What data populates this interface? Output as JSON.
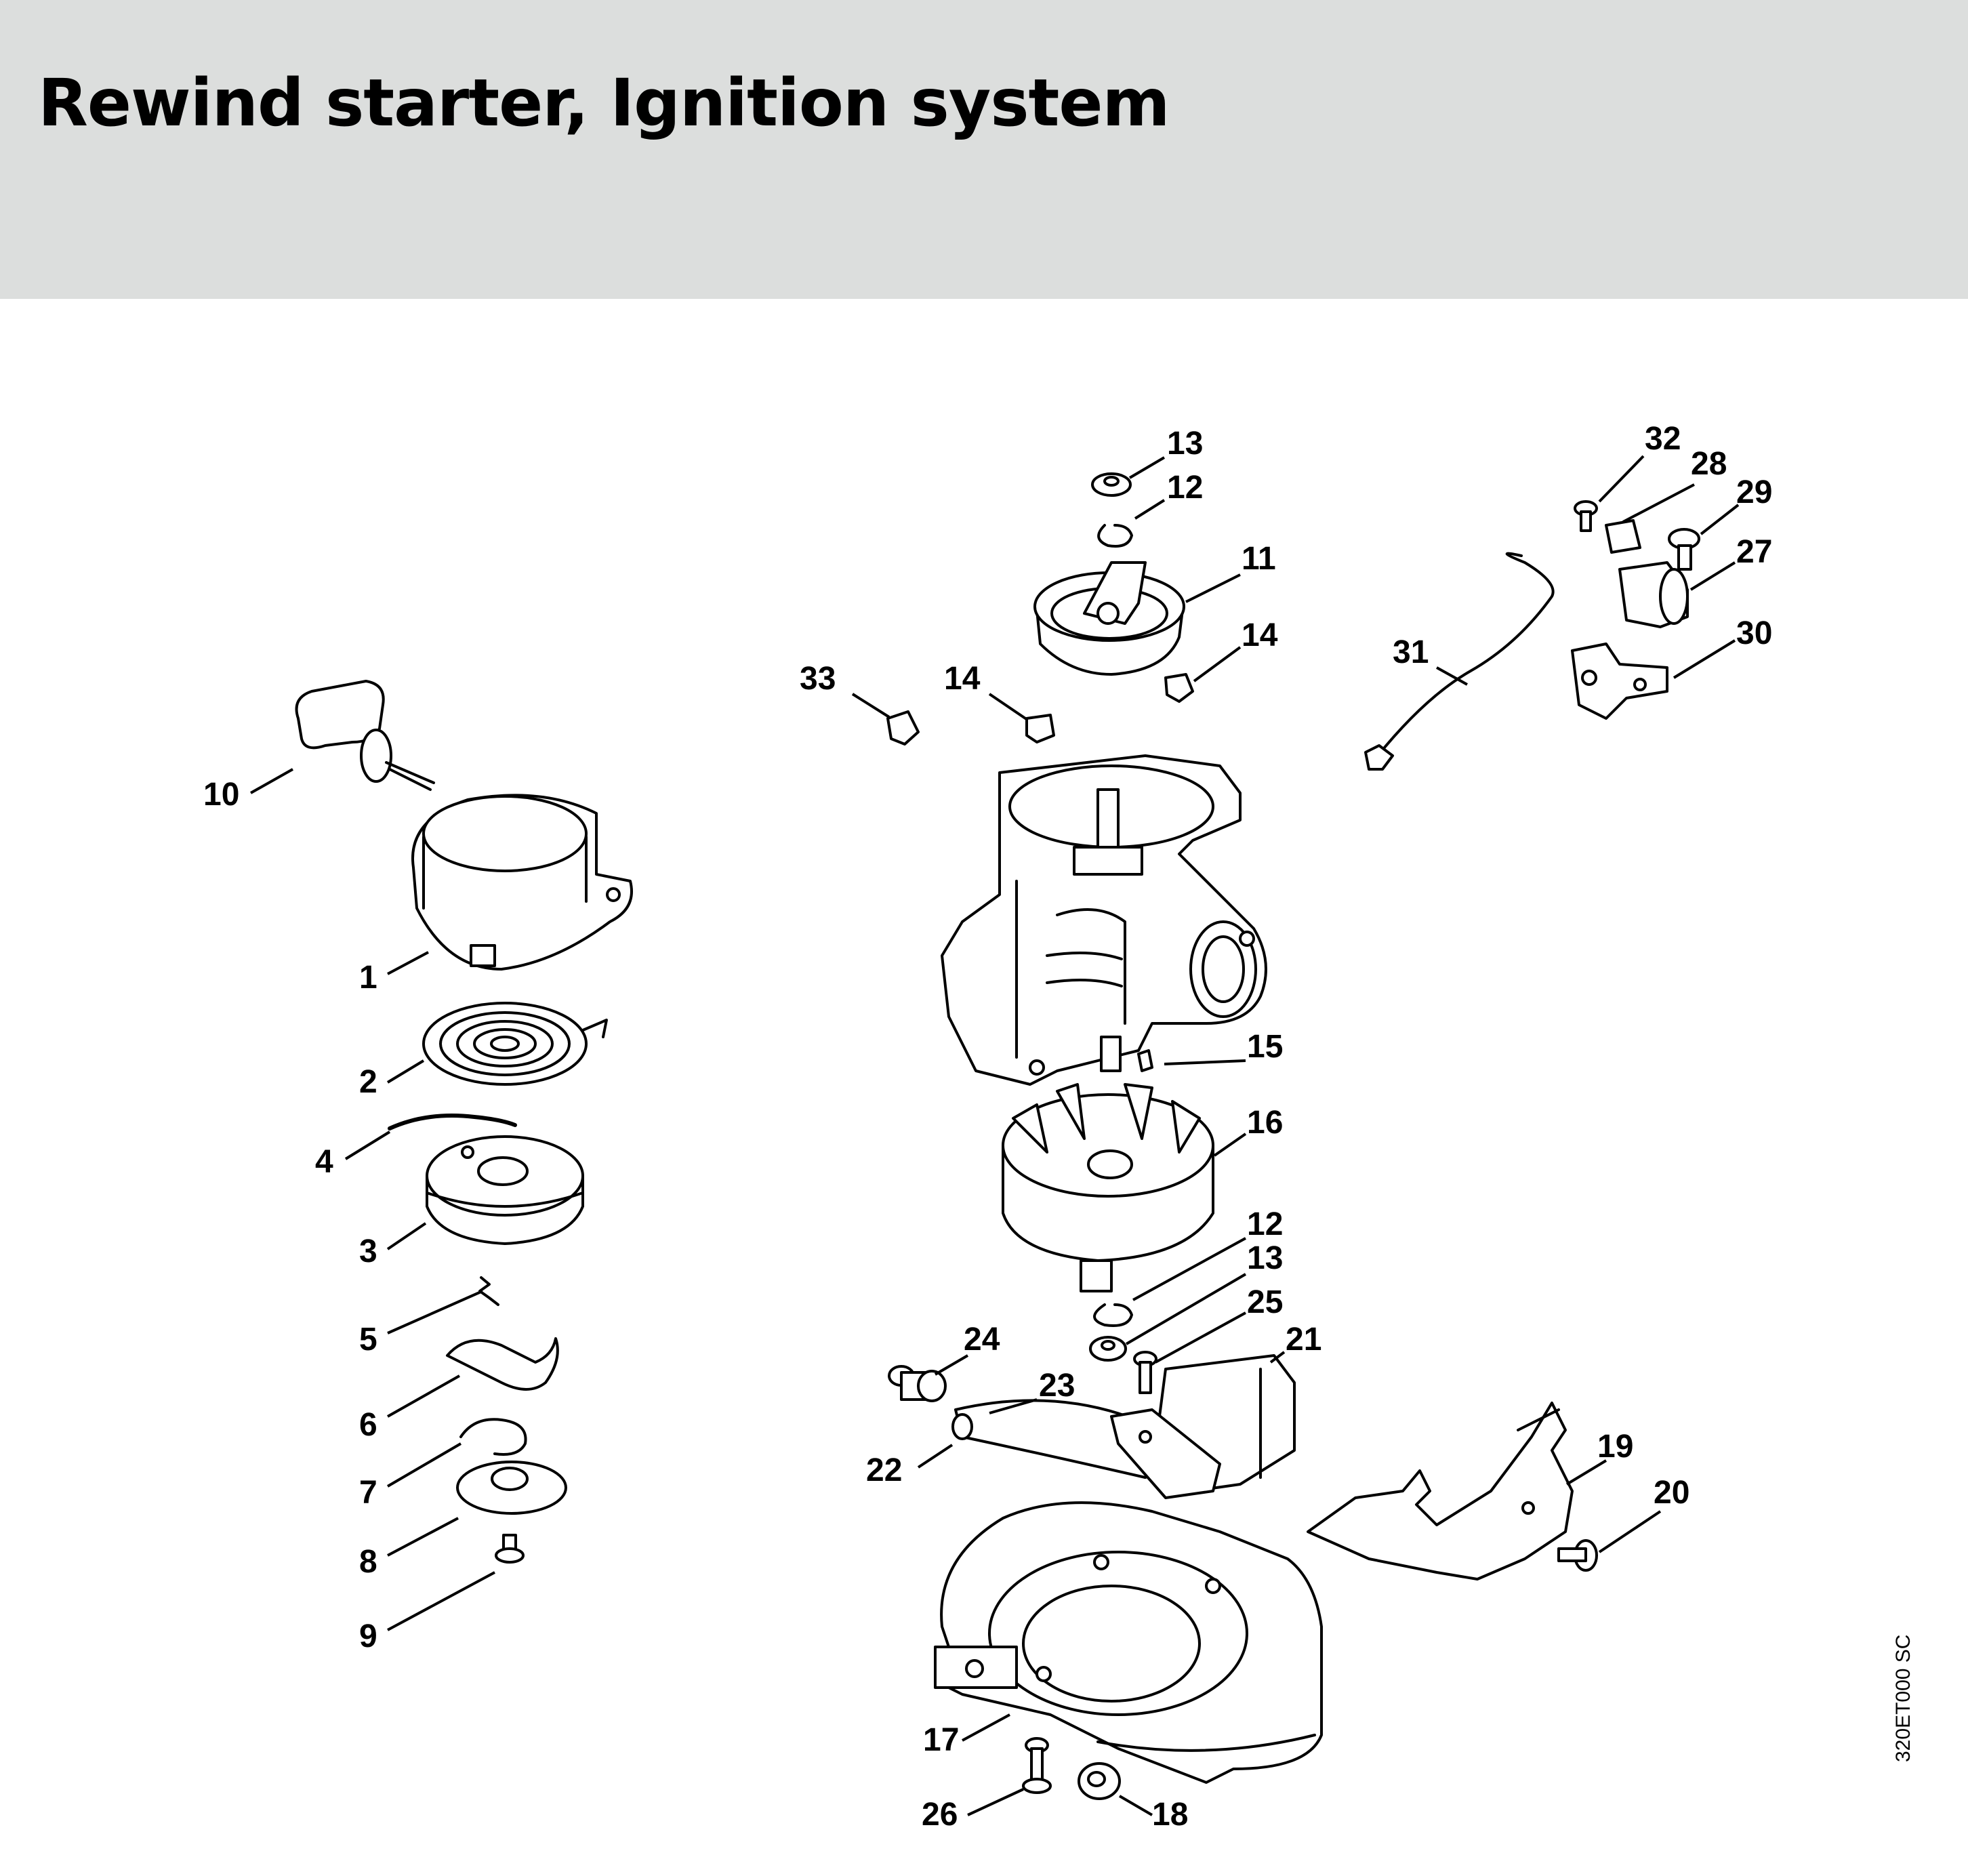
{
  "header": {
    "title": "Rewind starter, Ignition system"
  },
  "diagram": {
    "drawing_code": "320ET000 SC",
    "callouts": [
      "1",
      "2",
      "3",
      "4",
      "5",
      "6",
      "7",
      "8",
      "9",
      "10",
      "11",
      "12",
      "13",
      "14",
      "15",
      "16",
      "17",
      "18",
      "19",
      "20",
      "21",
      "22",
      "23",
      "24",
      "25",
      "26",
      "27",
      "28",
      "29",
      "30",
      "31",
      "32",
      "33"
    ],
    "labels": {
      "c1": "1",
      "c2": "2",
      "c3": "3",
      "c4": "4",
      "c5": "5",
      "c6": "6",
      "c7": "7",
      "c8": "8",
      "c9": "9",
      "c10": "10",
      "c11": "11",
      "c12a": "12",
      "c12b": "12",
      "c13a": "13",
      "c13b": "13",
      "c14a": "14",
      "c14b": "14",
      "c15": "15",
      "c16": "16",
      "c17": "17",
      "c18": "18",
      "c19": "19",
      "c20": "20",
      "c21": "21",
      "c22": "22",
      "c23": "23",
      "c24": "24",
      "c25": "25",
      "c26": "26",
      "c27": "27",
      "c28": "28",
      "c29": "29",
      "c30": "30",
      "c31": "31",
      "c32": "32",
      "c33": "33"
    }
  }
}
